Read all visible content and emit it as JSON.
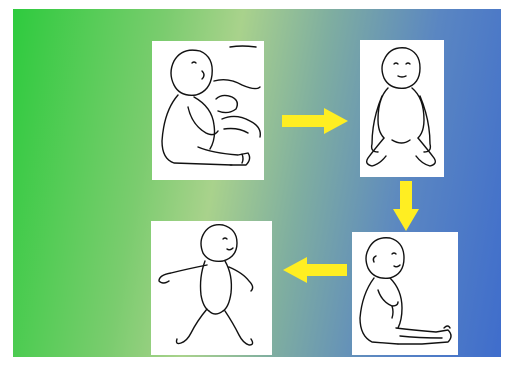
{
  "slide": {
    "title": "",
    "background_colors": [
      "#2ecb3e",
      "#a9d28c",
      "#3f6dcc"
    ],
    "arrow_color": "#ffee22",
    "steps": [
      {
        "id": "step-1",
        "illustration": "baby-sitting-with-adult-support"
      },
      {
        "id": "step-2",
        "illustration": "baby-sitting-leaning-on-hands"
      },
      {
        "id": "step-3",
        "illustration": "baby-sitting-independently"
      },
      {
        "id": "step-4",
        "illustration": "baby-standing-taking-first-steps"
      }
    ],
    "flow": [
      "step-1",
      "step-2",
      "step-3",
      "step-4"
    ]
  }
}
